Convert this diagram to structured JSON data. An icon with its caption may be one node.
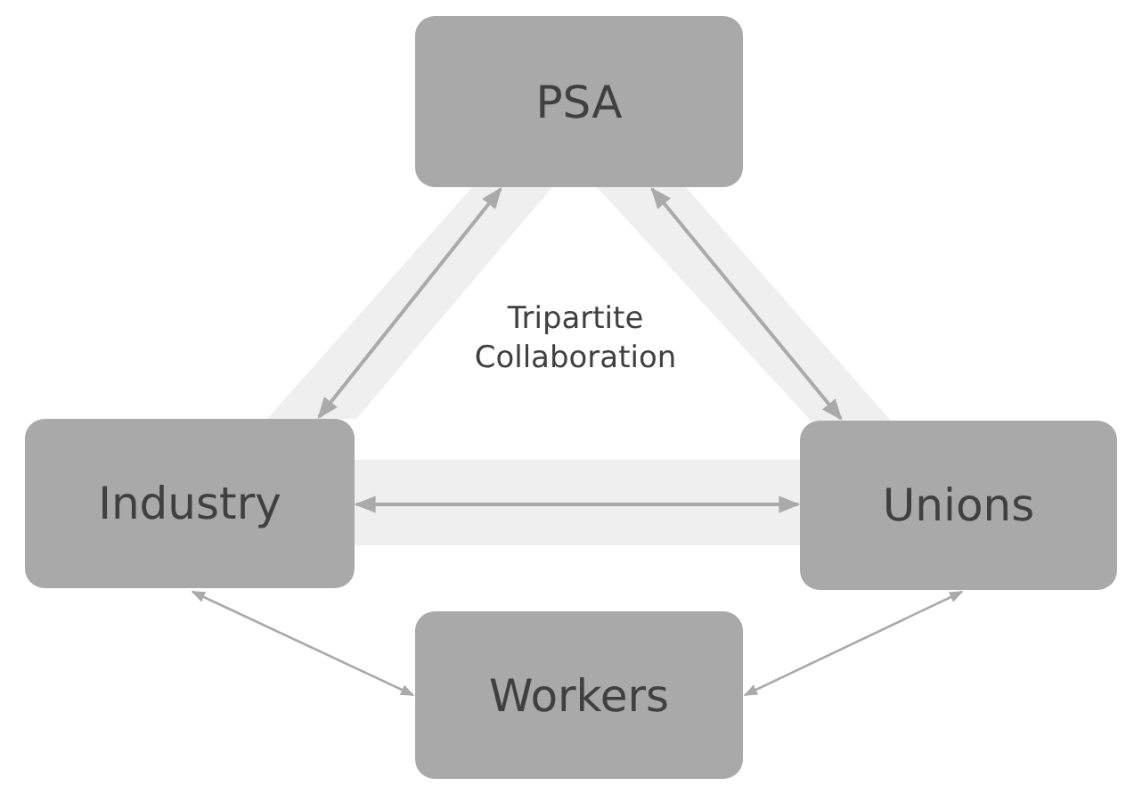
{
  "diagram": {
    "nodes": [
      {
        "text": [
          "PSA"
        ]
      },
      {
        "text": [
          "Industry"
        ]
      },
      {
        "text": [
          "Unions"
        ]
      },
      {
        "text": [
          "Workers"
        ]
      }
    ],
    "edges": [
      {
        "from": 0,
        "to": 1,
        "arrow": "both"
      },
      {
        "from": 0,
        "to": 2,
        "arrow": "both"
      },
      {
        "from": 1,
        "to": 2,
        "arrow": "both"
      },
      {
        "from": 1,
        "to": 3,
        "arrow": "both"
      },
      {
        "from": 2,
        "to": 3,
        "arrow": "both"
      }
    ],
    "labels": [
      "Tripartite Collaboration"
    ]
  }
}
